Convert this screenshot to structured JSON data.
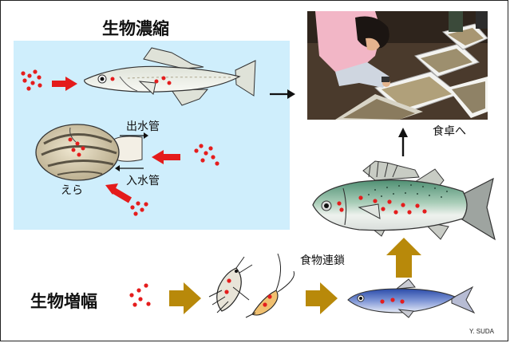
{
  "labels": {
    "bioconcentration": "生物濃縮",
    "biomagnification": "生物増幅",
    "outlet_siphon": "出水管",
    "inlet_siphon": "入水管",
    "gills": "えら",
    "to_table": "食卓へ",
    "food_chain": "食物連鎖",
    "credit": "Y. SUDA"
  },
  "colors": {
    "water": "#cfeefc",
    "particle": "#e51d1d",
    "red_arrow": "#e41b1b",
    "gold_arrow": "#b8890a",
    "black_arrow": "#111111"
  },
  "icons": [
    "fish-icon",
    "clam-icon",
    "seabass-icon",
    "plankton-icon",
    "small-fish-icon",
    "market-photo"
  ]
}
